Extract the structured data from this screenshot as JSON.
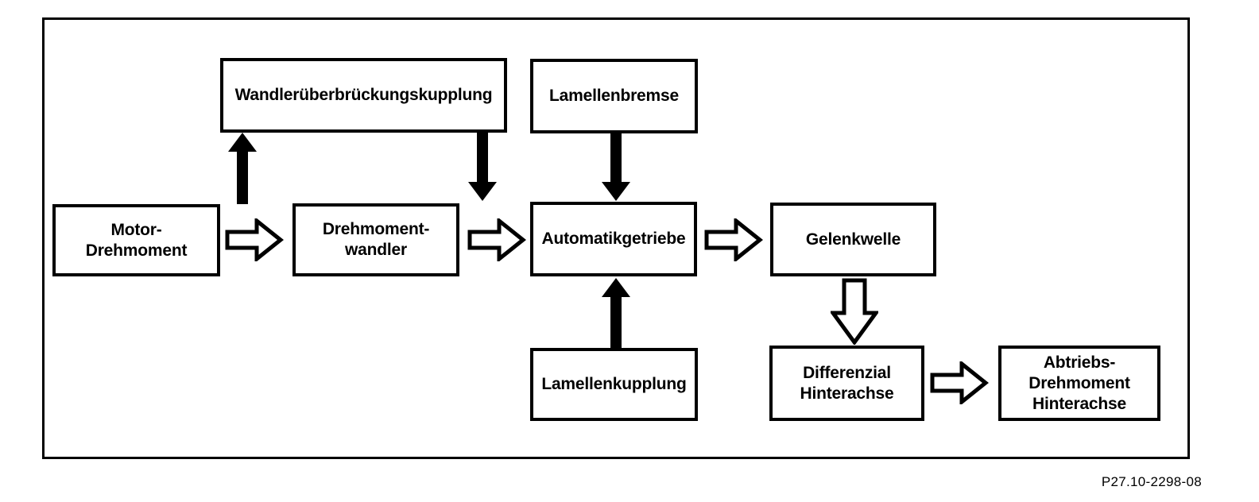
{
  "diagram": {
    "caption": "P27.10-2298-08",
    "colors": {
      "line": "#000000",
      "background": "#ffffff",
      "box_fill": "#ffffff"
    },
    "boxes": {
      "wandlerkupplung": {
        "label": "Wandlerüberbrückungskupplung"
      },
      "lamellenbremse": {
        "label": "Lamellenbremse"
      },
      "motor": {
        "label": "Motor-\nDrehmoment"
      },
      "drehmomentwandler": {
        "label": "Drehmoment-\nwandler"
      },
      "automatikgetriebe": {
        "label": "Automatikgetriebe"
      },
      "gelenkwelle": {
        "label": "Gelenkwelle"
      },
      "lamellenkupplung": {
        "label": "Lamellenkupplung"
      },
      "differenzial": {
        "label": "Differenzial\nHinterachse"
      },
      "abtrieb": {
        "label": "Abtriebs-\nDrehmoment\nHinterachse"
      }
    },
    "arrows": [
      {
        "from": "motor",
        "to": "wandlerkupplung",
        "style": "filled",
        "direction": "up"
      },
      {
        "from": "wandlerkupplung",
        "to": "drehmomentwandler-output",
        "style": "filled",
        "direction": "down"
      },
      {
        "from": "lamellenbremse",
        "to": "automatikgetriebe",
        "style": "filled",
        "direction": "down"
      },
      {
        "from": "lamellenkupplung",
        "to": "automatikgetriebe",
        "style": "filled",
        "direction": "up"
      },
      {
        "from": "motor",
        "to": "drehmomentwandler",
        "style": "outline",
        "direction": "right"
      },
      {
        "from": "drehmomentwandler",
        "to": "automatikgetriebe",
        "style": "outline",
        "direction": "right"
      },
      {
        "from": "automatikgetriebe",
        "to": "gelenkwelle",
        "style": "outline",
        "direction": "right"
      },
      {
        "from": "gelenkwelle",
        "to": "differenzial",
        "style": "outline",
        "direction": "down"
      },
      {
        "from": "differenzial",
        "to": "abtrieb",
        "style": "outline",
        "direction": "right"
      }
    ]
  }
}
